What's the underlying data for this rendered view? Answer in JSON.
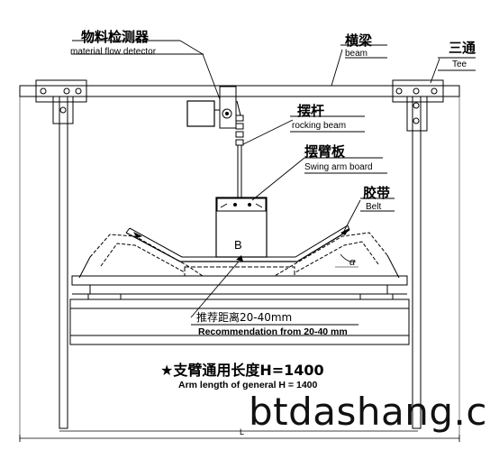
{
  "labels": {
    "detector_cn": "物料检测器",
    "detector_en": "material flow detector",
    "beam_cn": "横梁",
    "beam_en": "beam",
    "tee_cn": "三通",
    "tee_en": "Tee",
    "rocking_cn": "摆杆",
    "rocking_en": "rocking beam",
    "swing_cn": "摆臂板",
    "swing_en": "Swing arm board",
    "belt_cn": "胶带",
    "belt_en": "Belt",
    "board_letter": "B",
    "angle_symbol": "α",
    "recommend_cn": "推荐距离20-40mm",
    "recommend_en": "Recommendation from 20-40 mm",
    "arm_length_cn": "★支臂通用长度H=1400",
    "arm_length_en": "Arm length of general H = 1400",
    "span_letter": "L"
  },
  "watermark": "btdashang.c"
}
